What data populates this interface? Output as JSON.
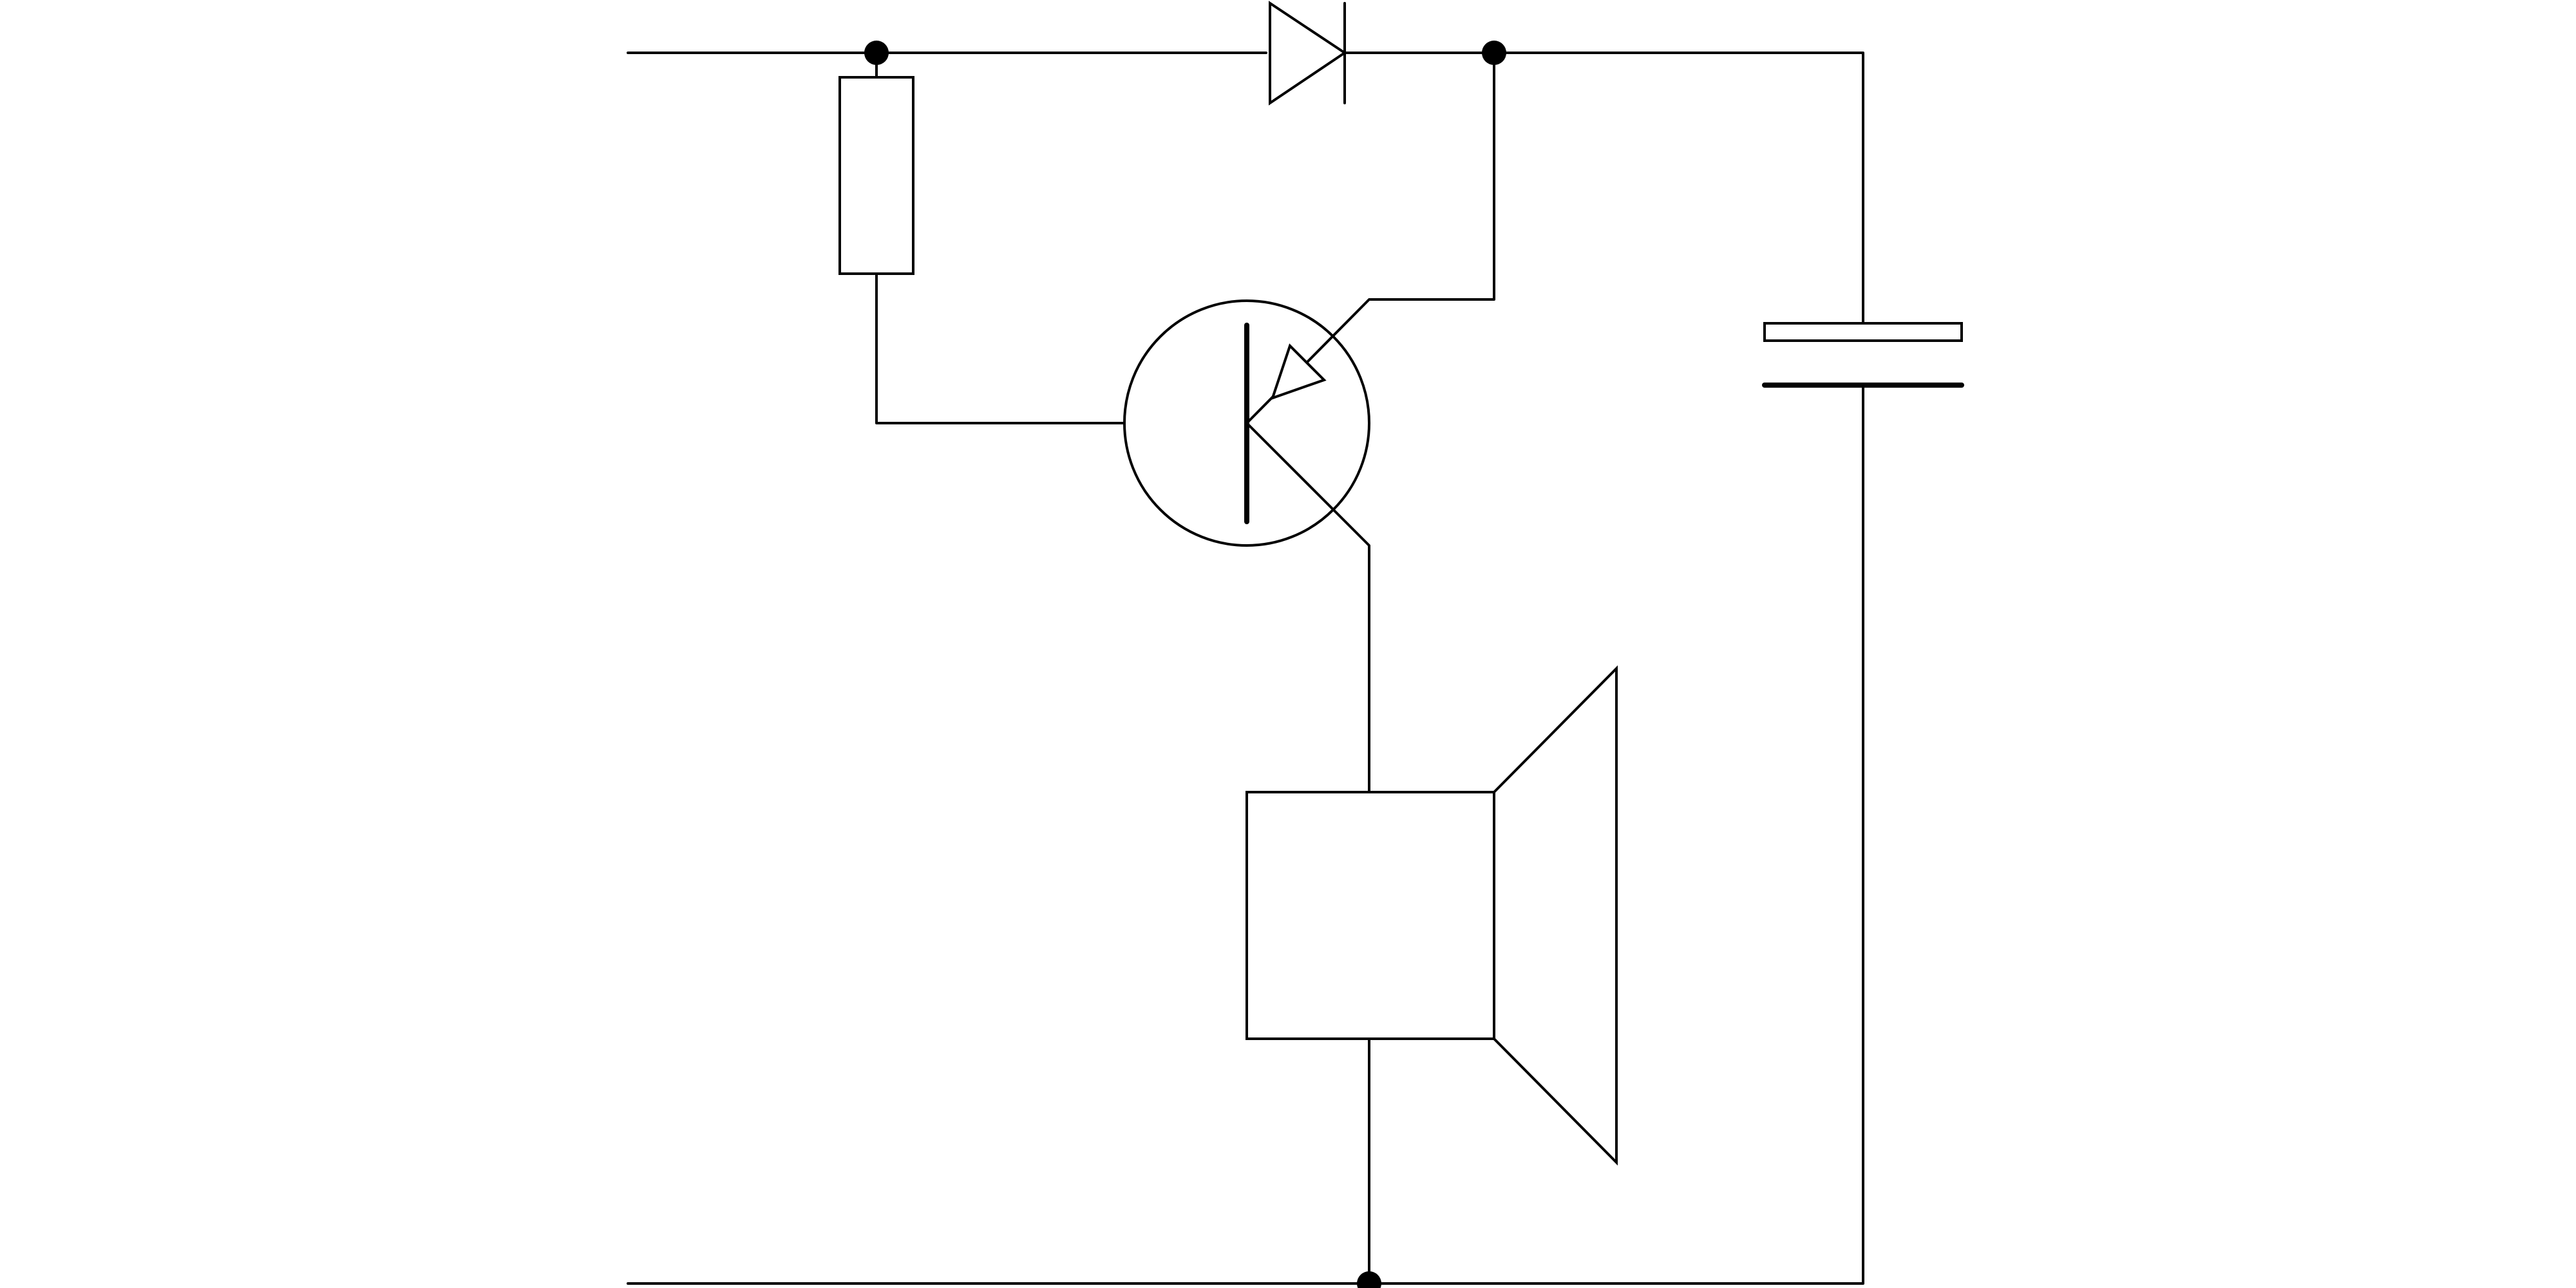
{
  "diagram": {
    "type": "circuit-schematic",
    "stroke_color": "#000000",
    "background_color": "#ffffff",
    "components": [
      "resistor",
      "diode",
      "pnp-transistor",
      "electrolytic-capacitor",
      "loudspeaker"
    ],
    "junction_count": 3
  }
}
